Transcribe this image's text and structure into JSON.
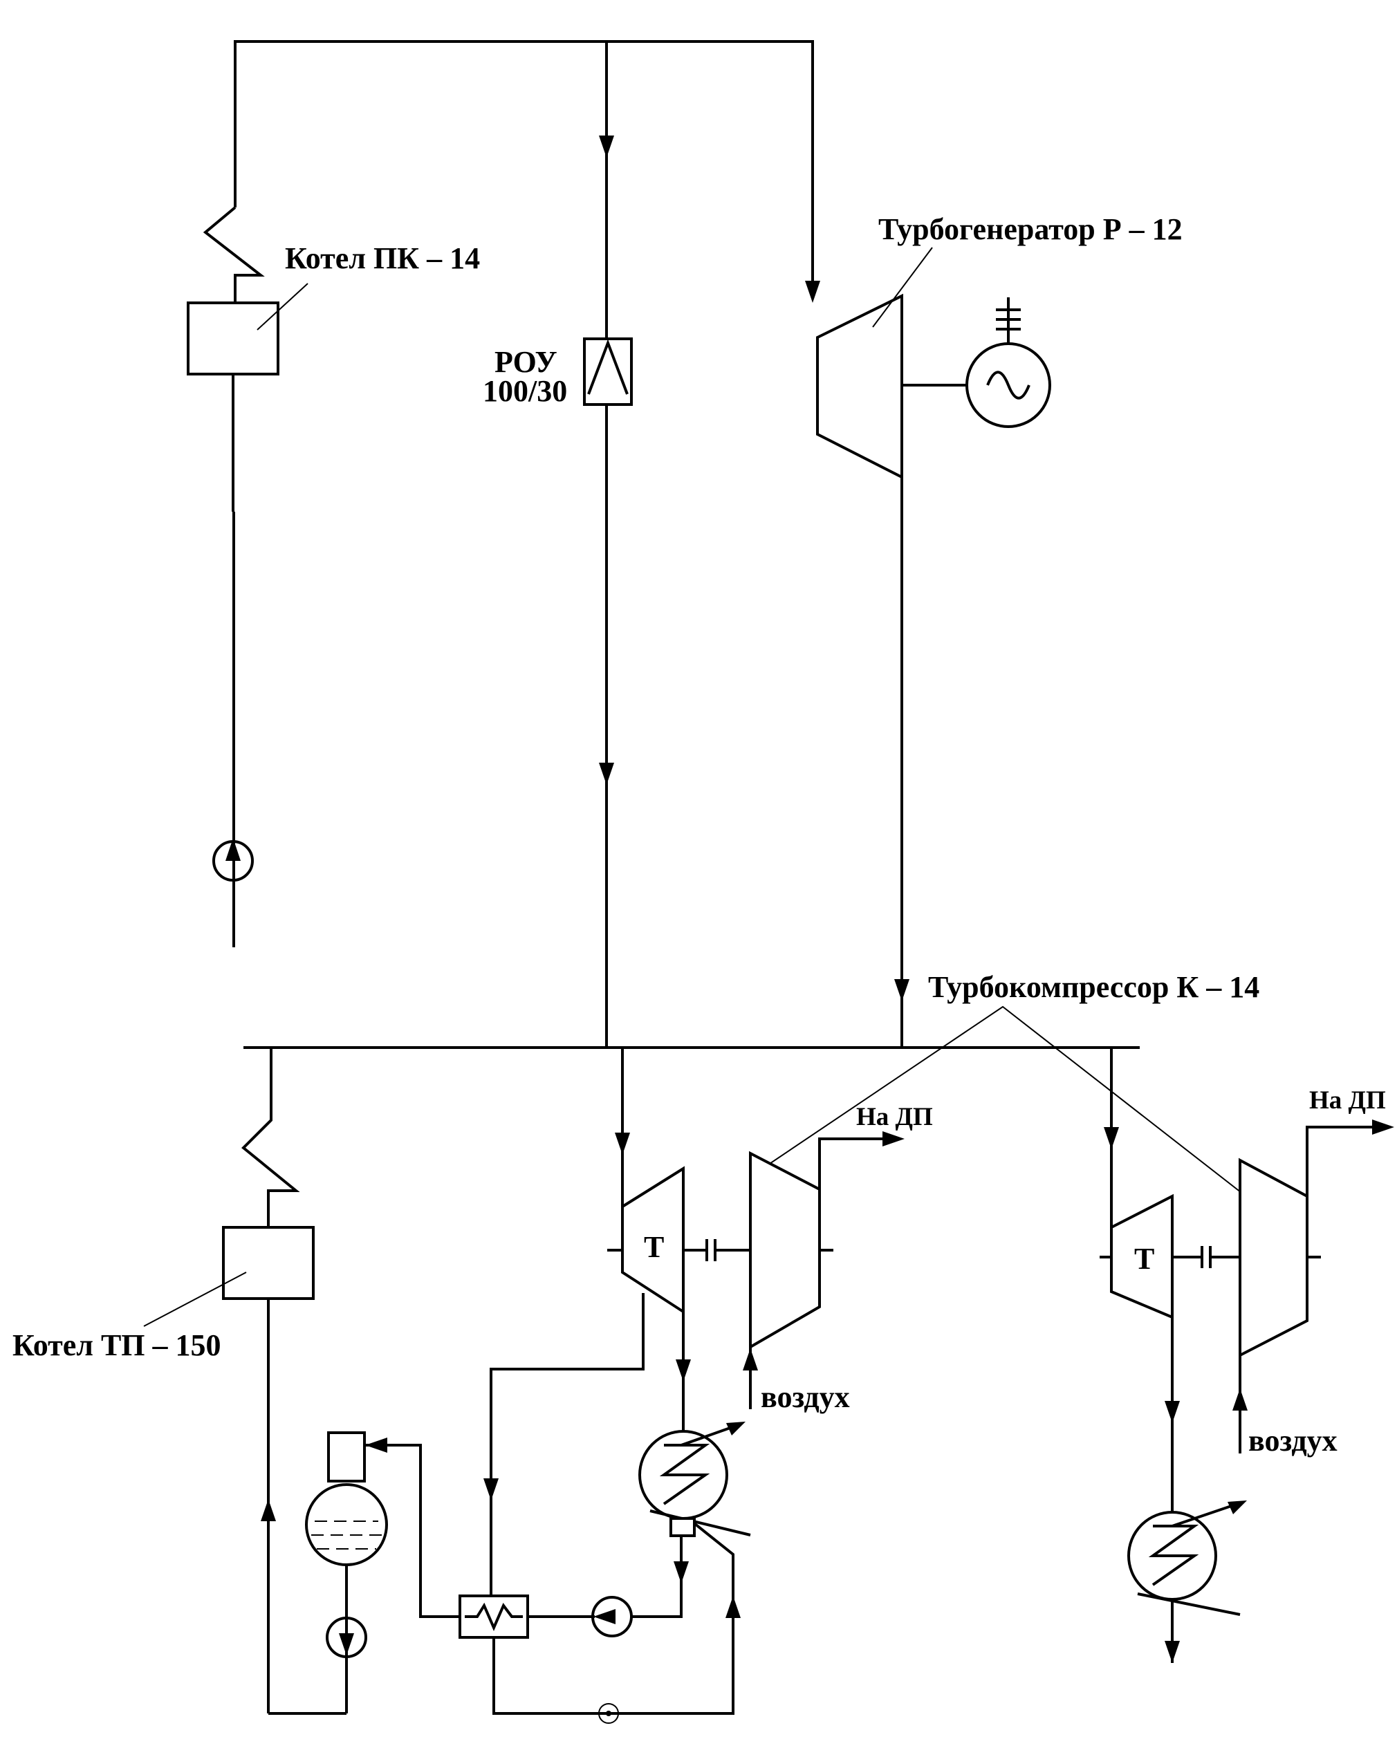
{
  "labels": {
    "boiler_pk": "Котел ПК – 14",
    "rou_line1": "РОУ",
    "rou_line2": "100/30",
    "turbogenerator": "Турбогенератор Р – 12",
    "turbocompressor": "Турбокомпрессор К – 14",
    "boiler_tp": "Котел ТП – 150",
    "to_dp_left": "На ДП",
    "to_dp_right": "На ДП",
    "turbine_left": "Т",
    "turbine_right": "Т",
    "air_left": "воздух",
    "air_right": "воздух"
  }
}
